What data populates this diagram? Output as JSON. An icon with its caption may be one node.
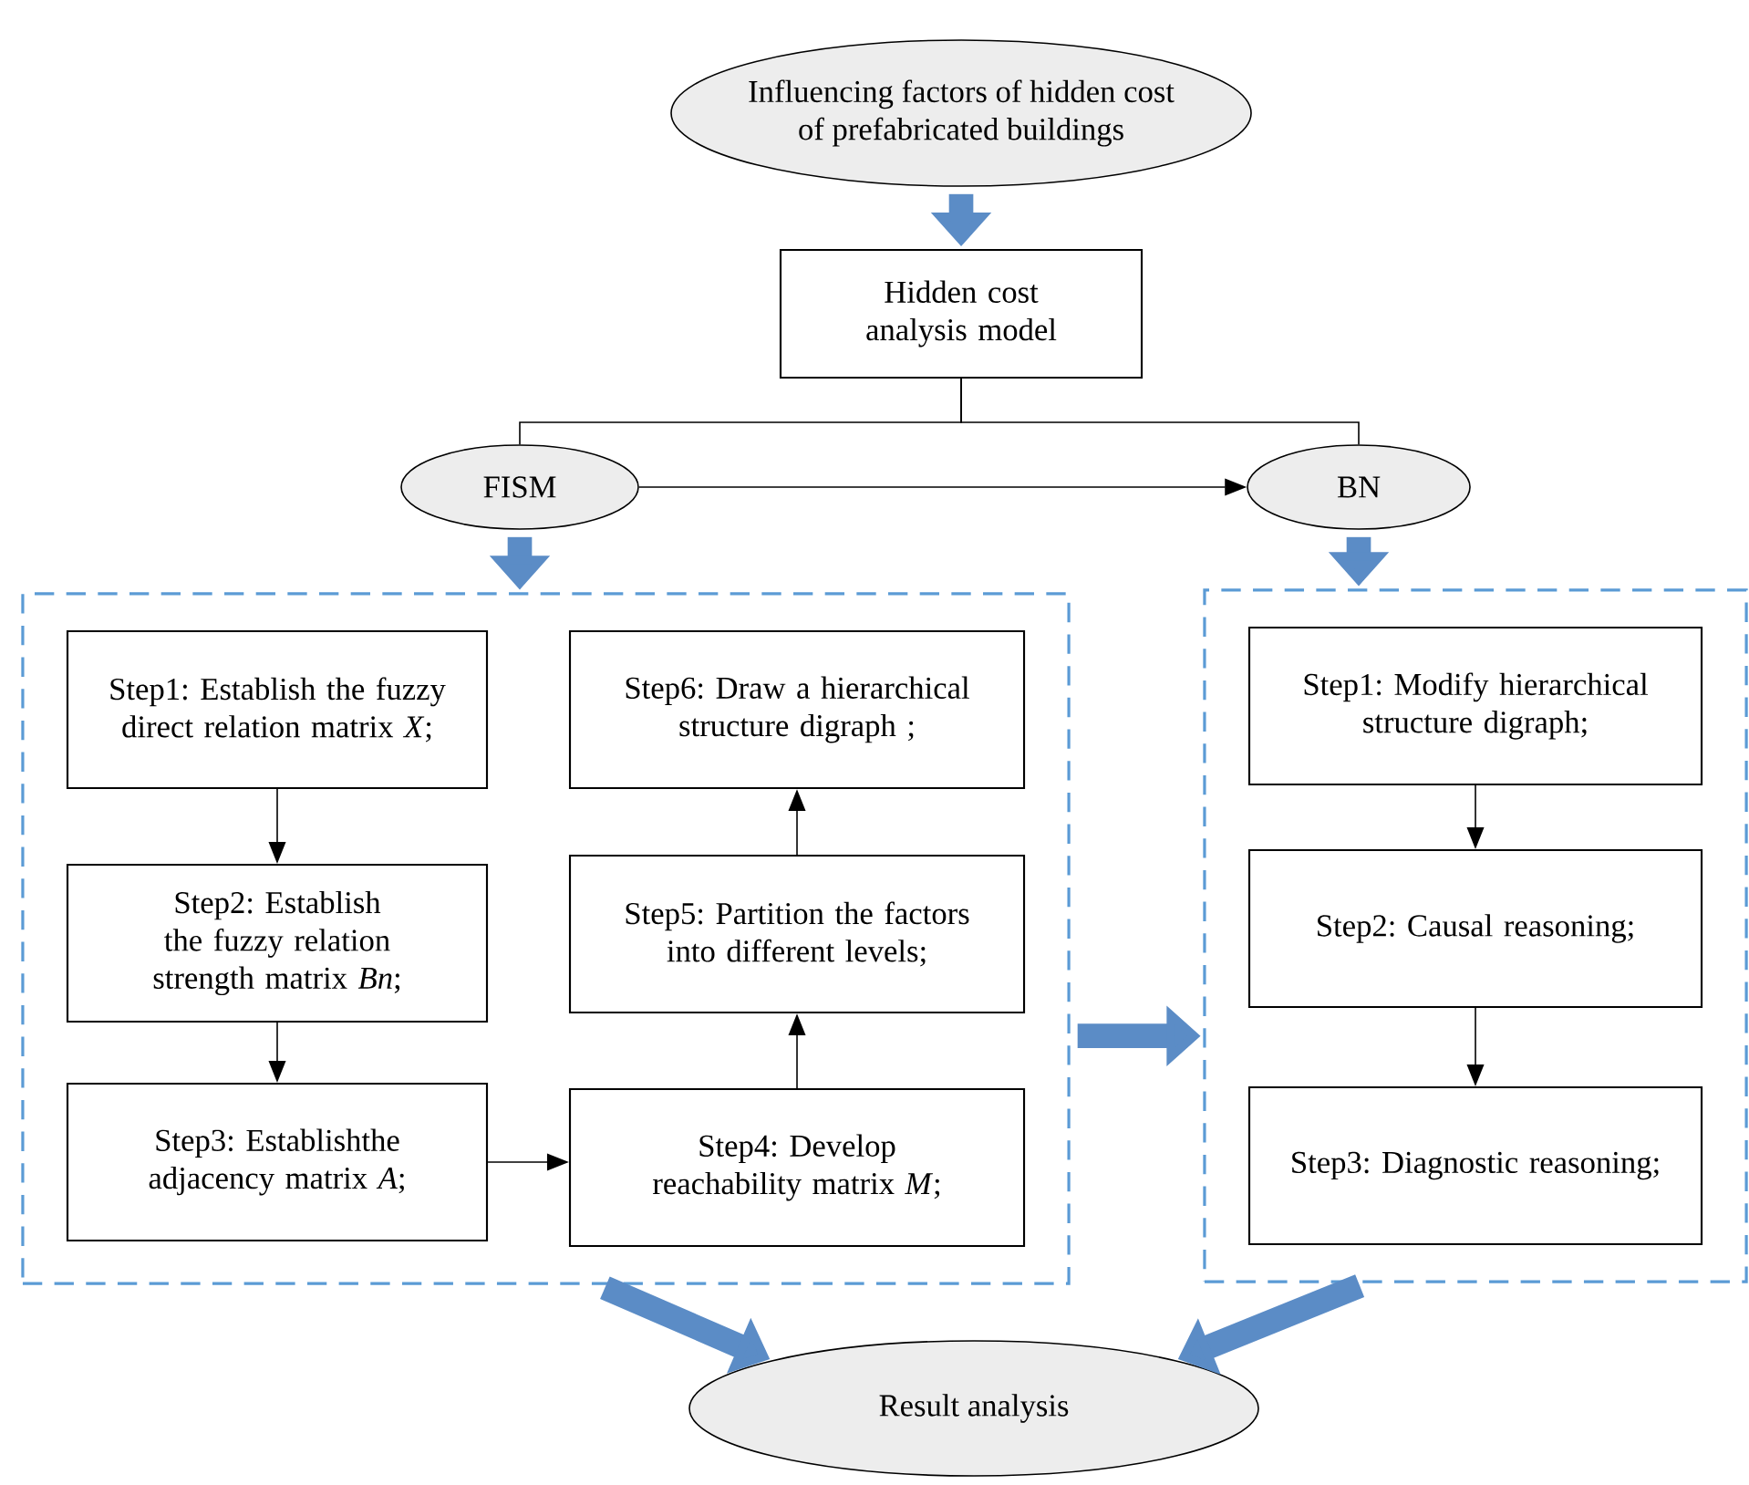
{
  "diagram": {
    "nodes": [
      {
        "text": [
          "Influencing factors of hidden cost of prefabricated buildings"
        ]
      },
      {
        "text": [
          "Hidden cost analysis model"
        ]
      },
      {
        "text": [
          "FISM"
        ]
      },
      {
        "text": [
          "BN"
        ]
      },
      {
        "text": [],
        "shape": "box"
      },
      {
        "text": [
          "Step1: Establish the fuzzy direct relation matrix *X*;"
        ],
        "in": 4
      },
      {
        "text": [
          "Step2: Establish the fuzzy relation strength matrix *Bn*;"
        ],
        "in": 4
      },
      {
        "text": [
          "Step3: Establishthe adjacency matrix *A*;"
        ],
        "in": 4
      },
      {
        "text": [
          "Step4: Develop reachability matrix *M*;"
        ],
        "in": 4
      },
      {
        "text": [
          "Step5: Partition the factors into different levels;"
        ],
        "in": 4
      },
      {
        "text": [
          "Step6: Draw a hierarchical structure digraph ;"
        ],
        "in": 4
      },
      {
        "text": [],
        "shape": "box"
      },
      {
        "text": [
          "Step1: Modify hierarchical structure digraph;"
        ],
        "in": 11
      },
      {
        "text": [
          "Step2: Causal reasoning;"
        ],
        "in": 11
      },
      {
        "text": [
          "Step3: Diagnostic reasoning;"
        ],
        "in": 11
      },
      {
        "text": [
          "Result analysis"
        ]
      }
    ],
    "edges": [
      {
        "from": 0,
        "to": 1,
        "arrow": "to",
        "style": "thick",
        "color": "#5b8cc6"
      },
      {
        "from": 1,
        "to": 2,
        "arrow": "none"
      },
      {
        "from": 1,
        "to": 3,
        "arrow": "none"
      },
      {
        "from": 2,
        "to": 3,
        "arrow": "to"
      },
      {
        "from": 2,
        "to": 4,
        "arrow": "to",
        "style": "thick",
        "color": "#5b8cc6"
      },
      {
        "from": 3,
        "to": 11,
        "arrow": "to",
        "style": "thick",
        "color": "#5b8cc6"
      },
      {
        "from": 5,
        "to": 6,
        "arrow": "to"
      },
      {
        "from": 6,
        "to": 7,
        "arrow": "to"
      },
      {
        "from": 7,
        "to": 8,
        "arrow": "to"
      },
      {
        "from": 8,
        "to": 9,
        "arrow": "to"
      },
      {
        "from": 9,
        "to": 10,
        "arrow": "to"
      },
      {
        "from": 12,
        "to": 13,
        "arrow": "to"
      },
      {
        "from": 13,
        "to": 14,
        "arrow": "to"
      },
      {
        "from": 4,
        "to": 11,
        "arrow": "to",
        "style": "thick",
        "color": "#5b8cc6"
      },
      {
        "from": 4,
        "to": 15,
        "arrow": "to",
        "style": "thick",
        "color": "#5b8cc6"
      },
      {
        "from": 11,
        "to": 15,
        "arrow": "to",
        "style": "thick",
        "color": "#5b8cc6"
      }
    ]
  }
}
